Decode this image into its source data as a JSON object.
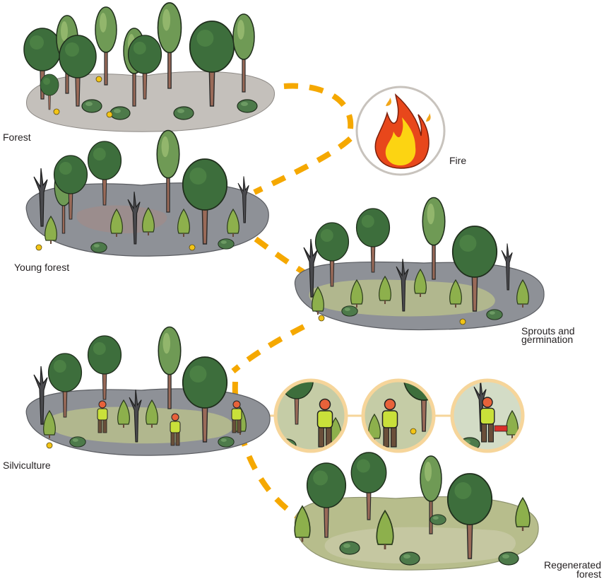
{
  "labels": {
    "forest": "Forest",
    "fire": "Fire",
    "young_forest": "Young forest",
    "sprouts_line1": "Sprouts and",
    "sprouts_line2": "germination",
    "silviculture": "Silviculture",
    "regenerated_line1": "Regenerated",
    "regenerated_line2": "forest"
  },
  "colors": {
    "path": "#f5a800",
    "fire_outer": "#e8471b",
    "fire_inner": "#fcd412",
    "circle_ring": "#f6d59a",
    "dark_tree": "#3d6e3c",
    "light_tree": "#7da045",
    "trunk": "#9a6a58",
    "ground_grey": "#8e9197",
    "ground_green": "#b7bd8c"
  }
}
